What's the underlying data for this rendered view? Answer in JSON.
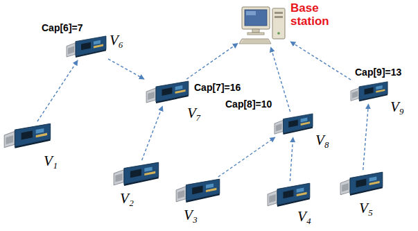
{
  "diagram": {
    "nodes": [
      {
        "text": [
          "Base station"
        ]
      },
      {
        "text": [
          "Cap[6]=7",
          "V₆"
        ]
      },
      {
        "text": [
          "Cap[7]=16",
          "V₇"
        ]
      },
      {
        "text": [
          "Cap[8]=10",
          "V₈"
        ]
      },
      {
        "text": [
          "Cap[9]=13",
          "V₉"
        ]
      },
      {
        "text": [
          "V₁"
        ]
      },
      {
        "text": [
          "V₂"
        ]
      },
      {
        "text": [
          "V₃"
        ]
      },
      {
        "text": [
          "V₄"
        ]
      },
      {
        "text": [
          "V₅"
        ]
      }
    ],
    "edges": [
      {
        "from": 5,
        "to": 1,
        "arrow": "to"
      },
      {
        "from": 1,
        "to": 2,
        "arrow": "to"
      },
      {
        "from": 6,
        "to": 2,
        "arrow": "to"
      },
      {
        "from": 2,
        "to": 0,
        "arrow": "to"
      },
      {
        "from": 7,
        "to": 3,
        "arrow": "to"
      },
      {
        "from": 8,
        "to": 3,
        "arrow": "to"
      },
      {
        "from": 3,
        "to": 0,
        "arrow": "to"
      },
      {
        "from": 9,
        "to": 4,
        "arrow": "to"
      },
      {
        "from": 4,
        "to": 0,
        "arrow": "to"
      }
    ]
  }
}
